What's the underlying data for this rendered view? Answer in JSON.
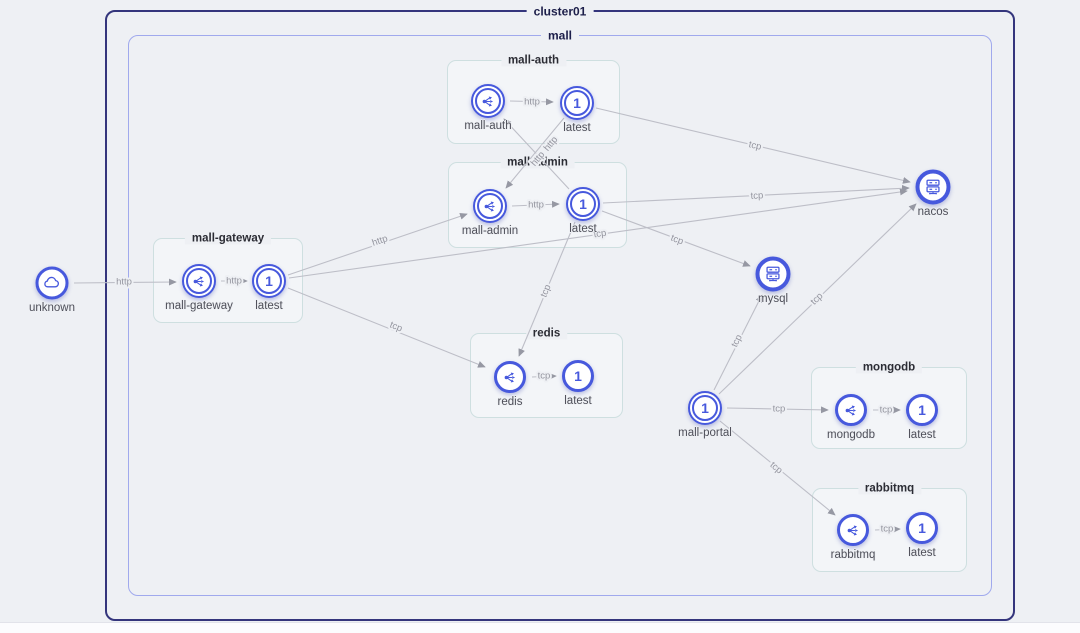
{
  "colors": {
    "accent": "#4759dd",
    "edge_line": "#bdbec7",
    "edge_arrow": "#9698a3",
    "background": "#eef0f4",
    "cluster_border": "#34357c",
    "namespace_border": "#a0a9ed",
    "group_border": "#cedfe0"
  },
  "cluster": {
    "label": "cluster01"
  },
  "namespace": {
    "label": "mall"
  },
  "groups": {
    "mall_auth": {
      "label": "mall-auth"
    },
    "mall_admin": {
      "label": "mall-admin"
    },
    "mall_gateway": {
      "label": "mall-gateway"
    },
    "redis": {
      "label": "redis"
    },
    "mongodb": {
      "label": "mongodb"
    },
    "rabbitmq": {
      "label": "rabbitmq"
    }
  },
  "nodes": {
    "unknown": {
      "label": "unknown",
      "type": "unknown",
      "icon": "cloud-icon"
    },
    "mall_gateway_svc": {
      "label": "mall-gateway",
      "type": "service",
      "icon": "service-icon"
    },
    "mall_gateway_wl": {
      "label": "latest",
      "type": "workload",
      "replicas": "1"
    },
    "mall_auth_svc": {
      "label": "mall-auth",
      "type": "service",
      "icon": "service-icon"
    },
    "mall_auth_wl": {
      "label": "latest",
      "type": "workload",
      "replicas": "1"
    },
    "mall_admin_svc": {
      "label": "mall-admin",
      "type": "service",
      "icon": "service-icon"
    },
    "mall_admin_wl": {
      "label": "latest",
      "type": "workload",
      "replicas": "1"
    },
    "redis_svc": {
      "label": "redis",
      "type": "service",
      "icon": "service-icon"
    },
    "redis_wl": {
      "label": "latest",
      "type": "workload",
      "replicas": "1"
    },
    "mongodb_svc": {
      "label": "mongodb",
      "type": "service",
      "icon": "service-icon"
    },
    "mongodb_wl": {
      "label": "latest",
      "type": "workload",
      "replicas": "1"
    },
    "rabbitmq_svc": {
      "label": "rabbitmq",
      "type": "service",
      "icon": "service-icon"
    },
    "rabbitmq_wl": {
      "label": "latest",
      "type": "workload",
      "replicas": "1"
    },
    "nacos": {
      "label": "nacos",
      "type": "server",
      "icon": "server-icon"
    },
    "mysql": {
      "label": "mysql",
      "type": "server",
      "icon": "server-icon"
    },
    "mall_portal": {
      "label": "mall-portal",
      "type": "workload",
      "replicas": "1"
    }
  },
  "edges": [
    {
      "from": "unknown",
      "to": "mall-gateway",
      "label": "http"
    },
    {
      "from": "mall-gateway",
      "to": "mall-gateway latest",
      "label": "http"
    },
    {
      "from": "mall-gateway latest",
      "to": "mall-admin",
      "label": "http"
    },
    {
      "from": "mall-gateway latest",
      "to": "nacos",
      "label": "tcp"
    },
    {
      "from": "mall-gateway latest",
      "to": "redis",
      "label": "tcp"
    },
    {
      "from": "mall-auth",
      "to": "mall-auth latest",
      "label": "http"
    },
    {
      "from": "mall-auth latest",
      "to": "mall-admin",
      "label": "http"
    },
    {
      "from": "mall-auth latest",
      "to": "nacos",
      "label": "tcp"
    },
    {
      "from": "mall-admin",
      "to": "mall-admin latest",
      "label": "http"
    },
    {
      "from": "mall-admin latest",
      "to": "mall-auth",
      "label": "http"
    },
    {
      "from": "mall-admin latest",
      "to": "nacos",
      "label": "tcp"
    },
    {
      "from": "mall-admin latest",
      "to": "mysql",
      "label": "tcp"
    },
    {
      "from": "mall-admin latest",
      "to": "redis",
      "label": "tcp"
    },
    {
      "from": "redis",
      "to": "redis latest",
      "label": "tcp"
    },
    {
      "from": "mall-portal",
      "to": "mysql",
      "label": "tcp"
    },
    {
      "from": "mall-portal",
      "to": "nacos",
      "label": "tcp"
    },
    {
      "from": "mall-portal",
      "to": "mongodb",
      "label": "tcp"
    },
    {
      "from": "mall-portal",
      "to": "rabbitmq",
      "label": "tcp"
    },
    {
      "from": "mongodb",
      "to": "mongodb latest",
      "label": "tcp"
    },
    {
      "from": "rabbitmq",
      "to": "rabbitmq latest",
      "label": "tcp"
    }
  ]
}
